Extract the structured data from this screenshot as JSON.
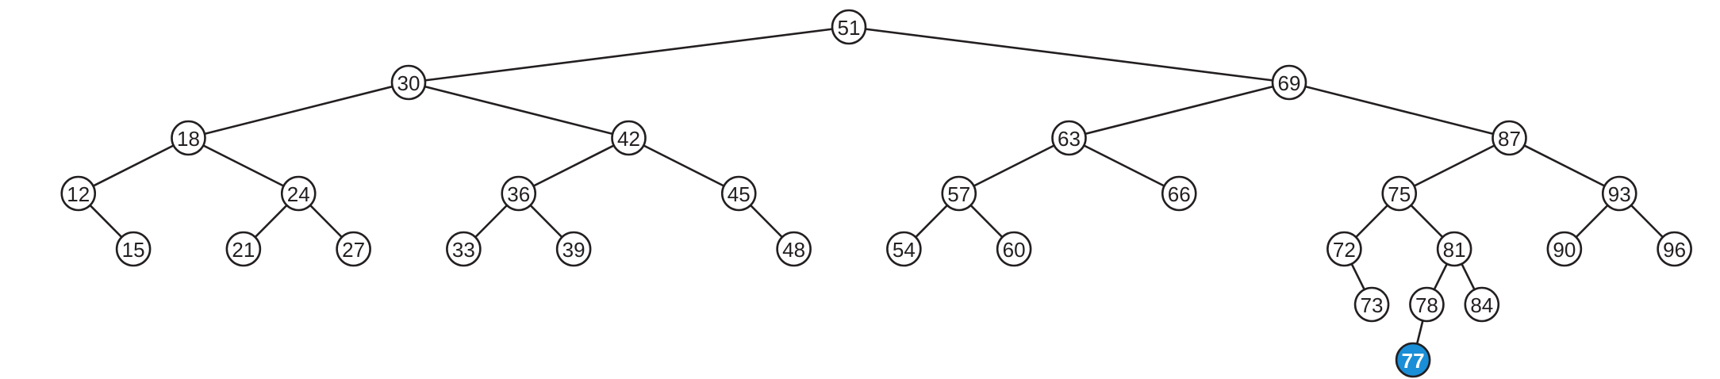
{
  "colors": {
    "background": "#ffffff",
    "stroke": "#231f20",
    "node_fill": "#ffffff",
    "text": "#231f20",
    "highlight_fill": "#1a8ed6",
    "highlight_text": "#ffffff"
  },
  "tree": {
    "highlighted": "77",
    "root": {
      "label": "51",
      "left": {
        "label": "30",
        "left": {
          "label": "18",
          "left": {
            "label": "12",
            "right": {
              "label": "15"
            }
          },
          "right": {
            "label": "24",
            "left": {
              "label": "21"
            },
            "right": {
              "label": "27"
            }
          }
        },
        "right": {
          "label": "42",
          "left": {
            "label": "36",
            "left": {
              "label": "33"
            },
            "right": {
              "label": "39"
            }
          },
          "right": {
            "label": "45",
            "right": {
              "label": "48"
            }
          }
        }
      },
      "right": {
        "label": "69",
        "left": {
          "label": "63",
          "left": {
            "label": "57",
            "left": {
              "label": "54"
            },
            "right": {
              "label": "60"
            }
          },
          "right": {
            "label": "66"
          }
        },
        "right": {
          "label": "87",
          "left": {
            "label": "75",
            "left": {
              "label": "72",
              "right": {
                "label": "73"
              }
            },
            "right": {
              "label": "81",
              "left": {
                "label": "78",
                "left": {
                  "label": "77"
                }
              },
              "right": {
                "label": "84"
              }
            }
          },
          "right": {
            "label": "93",
            "left": {
              "label": "90"
            },
            "right": {
              "label": "96"
            }
          }
        }
      }
    }
  }
}
